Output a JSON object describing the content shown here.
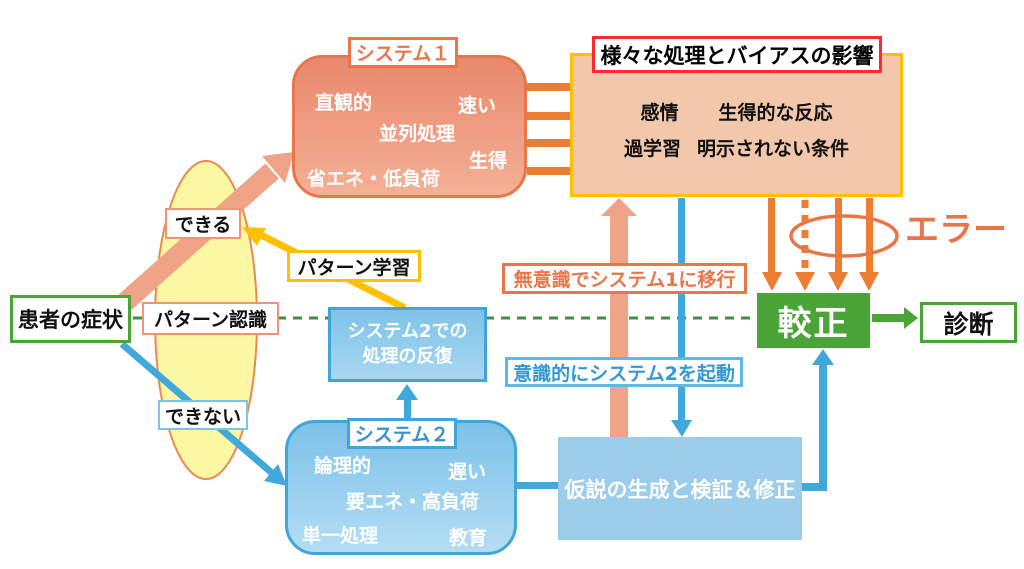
{
  "colors": {
    "orange": "#E8764A",
    "salmon_arrow": "#EFA387",
    "deep_orange_arrow": "#ED7D31",
    "gold": "#FFC000",
    "blue": "#41A8DC",
    "light_blue_fill": "#9CCEEC",
    "green": "#4BA437",
    "green_dash": "#3E9142",
    "red_border": "#FB2B2B",
    "memory_ellipse_fill": "#FBF7A3"
  },
  "nodes": {
    "patient": {
      "label": "患者の症状"
    },
    "pattern_recognition": {
      "label": "パターン認識"
    },
    "pattern_learning": {
      "label": "パターン学習"
    },
    "can": {
      "label": "できる"
    },
    "cannot": {
      "label": "できない"
    },
    "system1": {
      "title": "システム１",
      "traits": [
        "直観的",
        "速い",
        "並列処理",
        "生得",
        "省エネ・低負荷"
      ]
    },
    "bias": {
      "title": "様々な処理とバイアスの影響",
      "items": [
        "感情",
        "生得的な反応",
        "過学習",
        "明示されない条件"
      ]
    },
    "system2_iteration": {
      "label": "システム2での\n処理の反復"
    },
    "unconscious_shift": {
      "label": "無意識でシステム1に移行"
    },
    "conscious_activation": {
      "label": "意識的にシステム2を起動"
    },
    "system2": {
      "title": "システム２",
      "traits": [
        "論理的",
        "遅い",
        "要エネ・高負荷",
        "単一処理",
        "教育"
      ]
    },
    "hypothesis": {
      "label": "仮説の生成と検証＆修正"
    },
    "calibration": {
      "label": "較正"
    },
    "diagnosis": {
      "label": "診断"
    },
    "error": {
      "label": "エラー"
    }
  }
}
